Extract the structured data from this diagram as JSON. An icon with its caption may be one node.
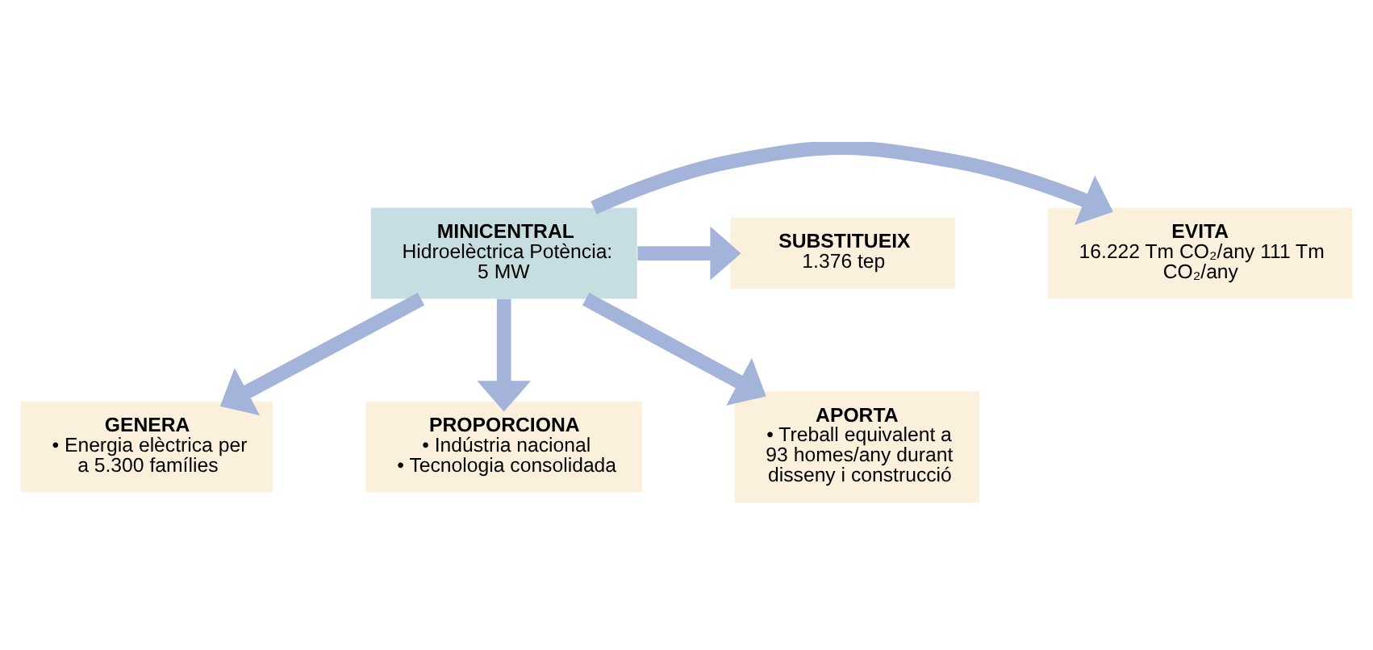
{
  "diagram": {
    "nodes": [
      {
        "text": [
          "MINICENTRAL",
          "Hidroelèctrica Potència: 5 MW"
        ]
      },
      {
        "text": [
          "EVITA",
          "16.222 Tm CO₂/any 111 Tm CO₂/any"
        ]
      },
      {
        "text": [
          "SUBSTITUEIX",
          "1.376 tep"
        ]
      },
      {
        "text": [
          "GENERA",
          "• Energia elèctrica per a 5.300 famílies"
        ]
      },
      {
        "text": [
          "PROPORCIONA",
          "• Indústria nacional",
          "• Tecnologia consolidada"
        ]
      },
      {
        "text": [
          "APORTA",
          "• Treball equivalent a 93 homes/any durant disseny i construcció"
        ]
      }
    ],
    "edges": [
      {
        "from": 0,
        "to": 1,
        "arrow": "to"
      },
      {
        "from": 0,
        "to": 2,
        "arrow": "to"
      },
      {
        "from": 0,
        "to": 3,
        "arrow": "to"
      },
      {
        "from": 0,
        "to": 4,
        "arrow": "to"
      },
      {
        "from": 0,
        "to": 5,
        "arrow": "to"
      }
    ]
  }
}
